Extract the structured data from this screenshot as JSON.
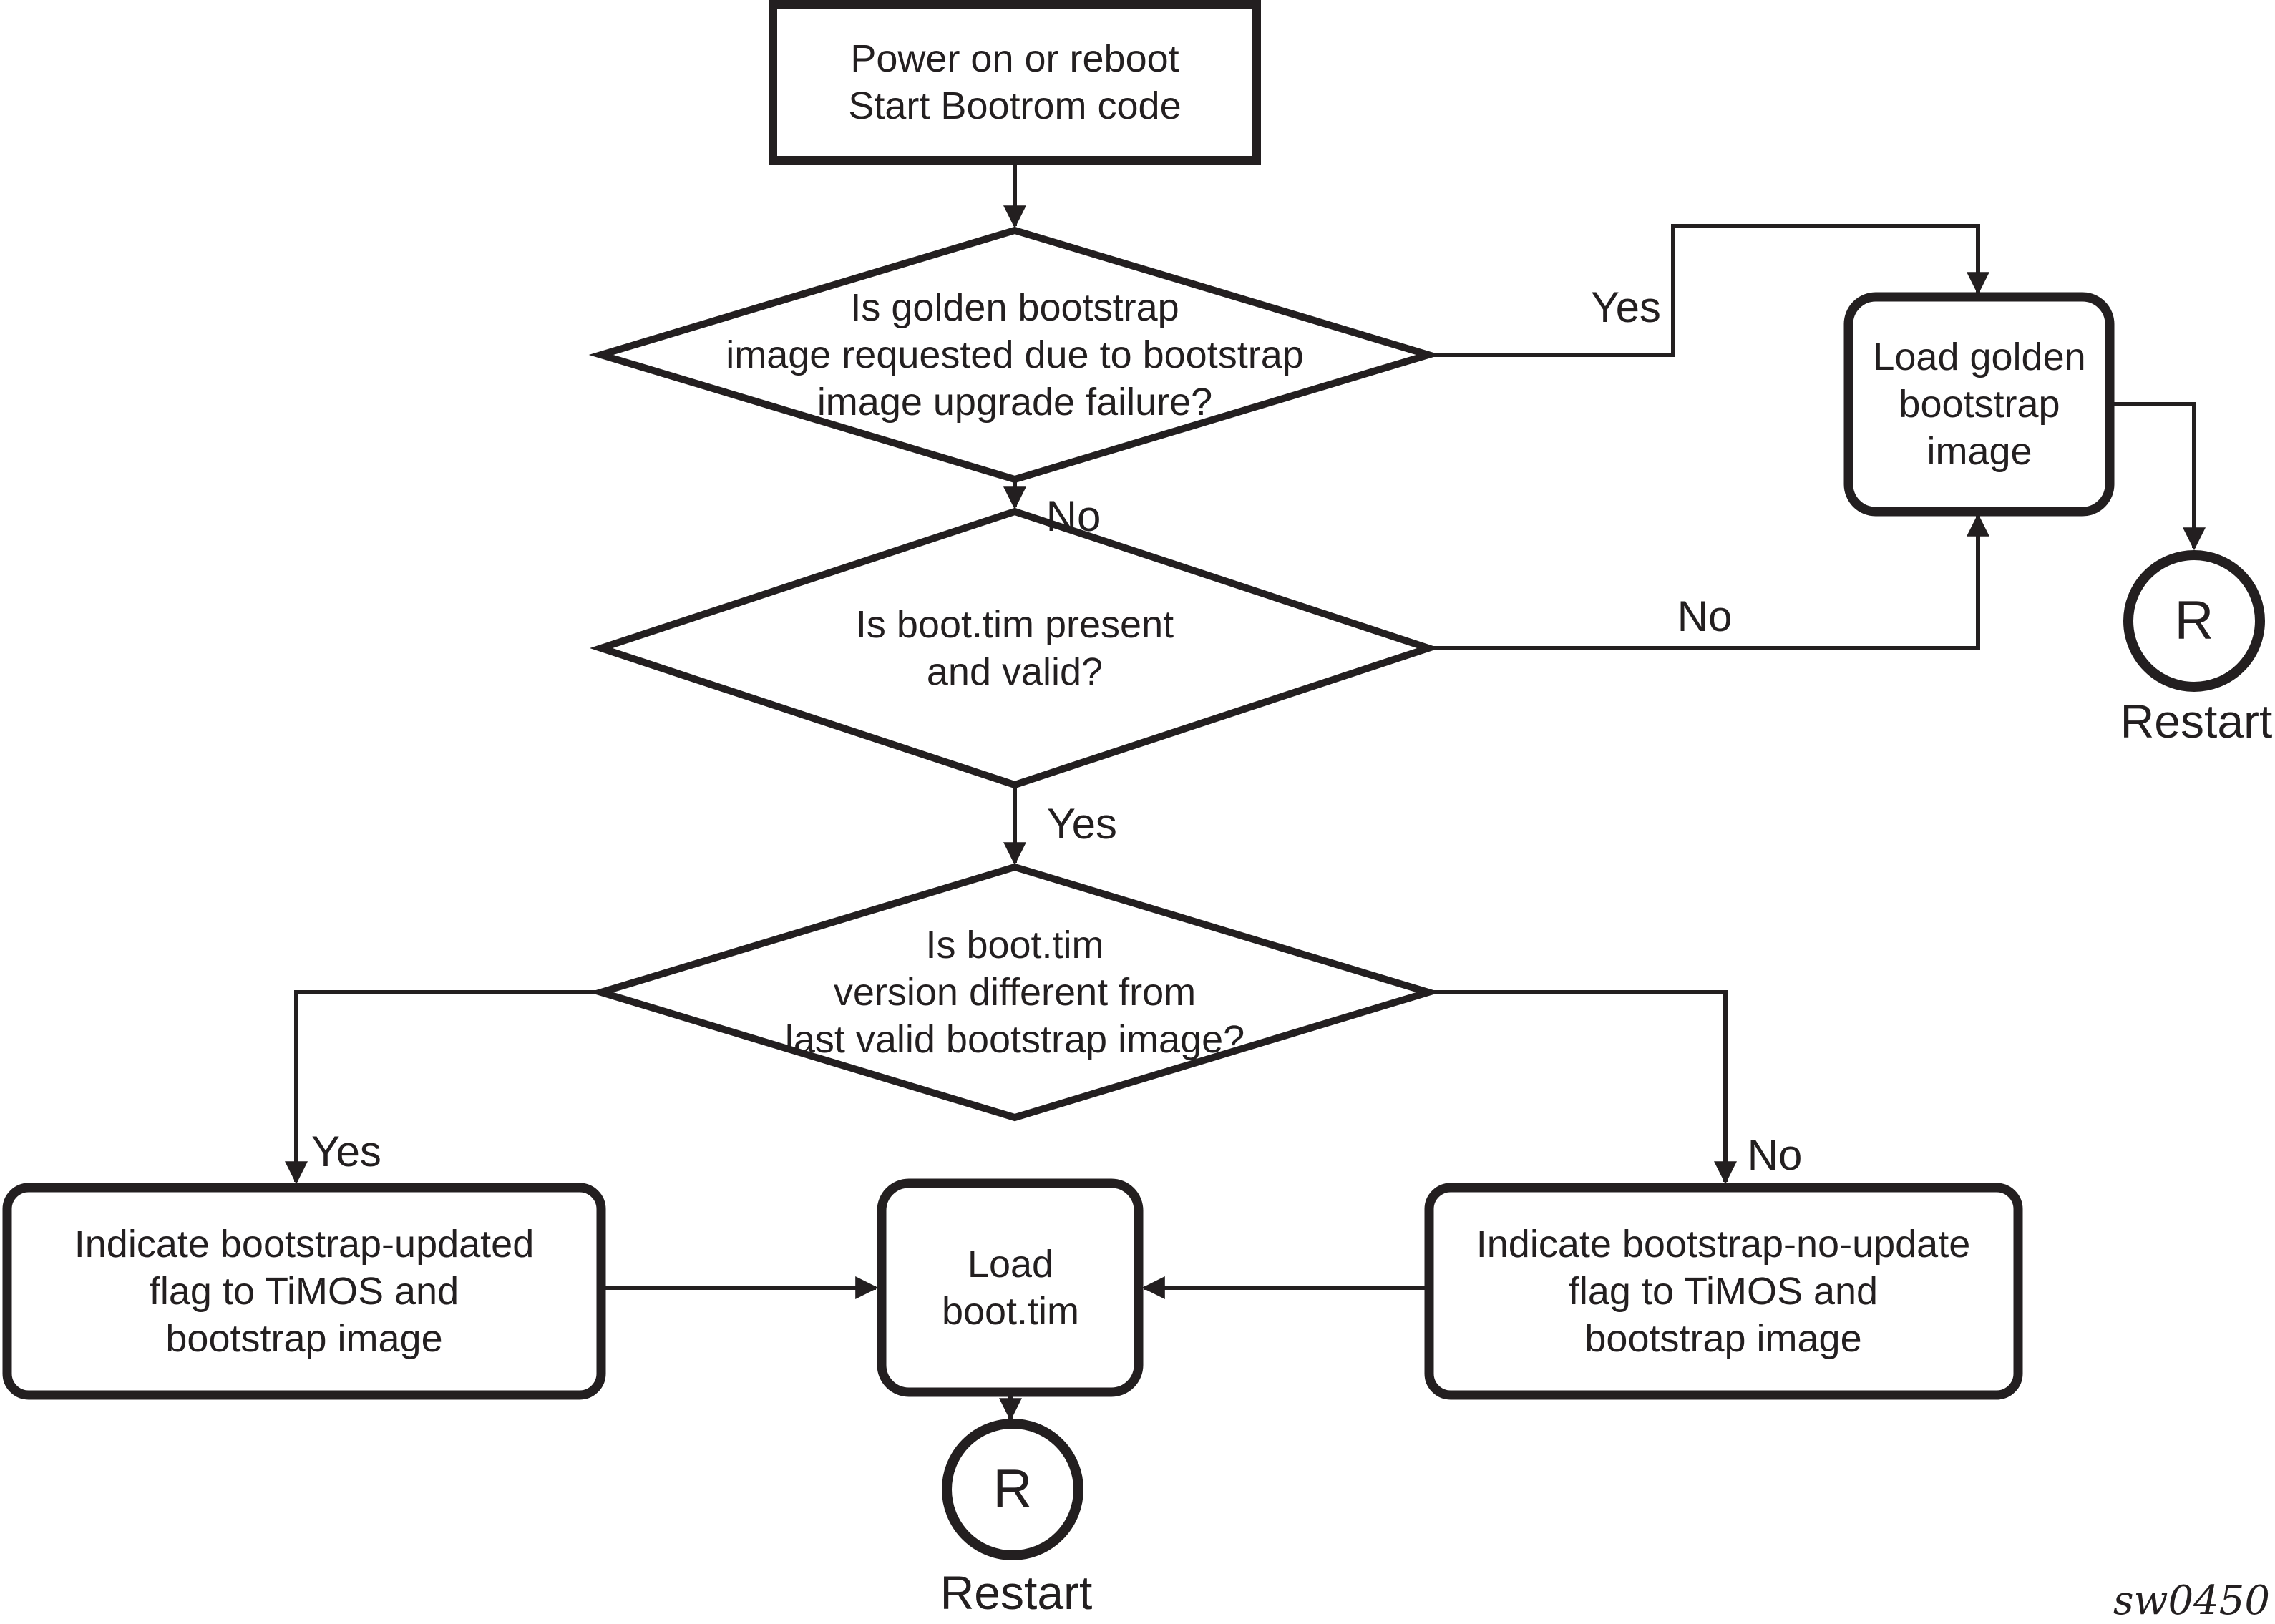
{
  "canvas": {
    "background": "#ffffff",
    "ink": "#231f20"
  },
  "nodes": {
    "power_on": {
      "type": "process",
      "text": "Power on or reboot\nStart Bootrom code"
    },
    "golden_requested": {
      "type": "decision",
      "text": "Is golden bootstrap\nimage requested due to bootstrap\nimage upgrade failure?"
    },
    "load_golden": {
      "type": "process",
      "text": "Load golden\nbootstrap\nimage"
    },
    "restart_right": {
      "type": "terminator",
      "symbol": "R",
      "label": "Restart"
    },
    "boottim_valid": {
      "type": "decision",
      "text": "Is boot.tim present\nand valid?"
    },
    "version_different": {
      "type": "decision",
      "text": "Is boot.tim\nversion different from\nlast valid bootstrap image?"
    },
    "indicate_updated": {
      "type": "process",
      "text": "Indicate bootstrap-updated\nflag to TiMOS and\nbootstrap image"
    },
    "load_boottim": {
      "type": "process",
      "text": "Load\nboot.tim"
    },
    "indicate_no_update": {
      "type": "process",
      "text": "Indicate bootstrap-no-update\nflag to TiMOS and\nbootstrap image"
    },
    "restart_bottom": {
      "type": "terminator",
      "symbol": "R",
      "label": "Restart"
    }
  },
  "edge_labels": {
    "golden_yes": "Yes",
    "golden_no": "No",
    "boottim_no": "No",
    "boottim_yes": "Yes",
    "version_yes": "Yes",
    "version_no": "No"
  },
  "figure_code": "sw0450"
}
